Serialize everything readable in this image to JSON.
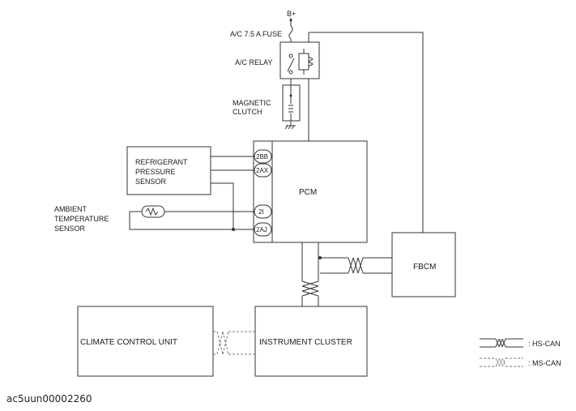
{
  "power": {
    "supply": "B+",
    "fuse": "A/C 7.5 A  FUSE"
  },
  "relay": {
    "label": "A/C RELAY"
  },
  "clutch": {
    "line1": "MAGNETIC",
    "line2": "CLUTCH"
  },
  "refrigerant_sensor": {
    "line1": "REFRIGERANT",
    "line2": "PRESSURE",
    "line3": "SENSOR"
  },
  "ambient_sensor": {
    "line1": "AMBIENT",
    "line2": "TEMPERATURE",
    "line3": "SENSOR"
  },
  "pcm": {
    "label": "PCM",
    "pins": [
      "2BB",
      "2AX",
      "2I",
      "2AJ"
    ]
  },
  "fbcm": {
    "label": "FBCM"
  },
  "climate_unit": {
    "label": "CLIMATE CONTROL UNIT"
  },
  "instrument_cluster": {
    "label": "INSTRUMENT CLUSTER"
  },
  "legend": {
    "hs_can": ": HS-CAN",
    "ms_can": ": MS-CAN"
  },
  "caption": "ac5uun00002260"
}
